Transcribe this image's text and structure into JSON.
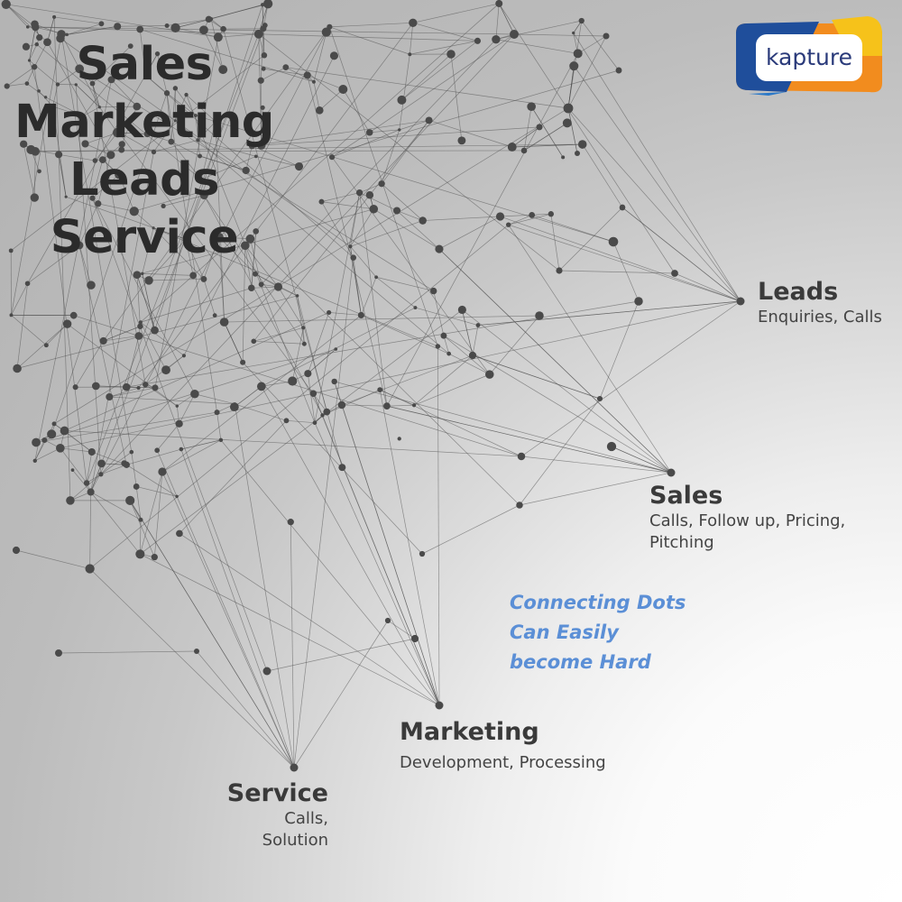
{
  "title_lines": [
    "Sales",
    "Marketing",
    "Leads",
    "Service"
  ],
  "logo": {
    "text": "kapture"
  },
  "nodes": [
    {
      "id": "leads",
      "title": "Leads",
      "subtitle": "Enquiries, Calls"
    },
    {
      "id": "sales",
      "title": "Sales",
      "subtitle_lines": [
        "Calls, Follow up, Pricing,",
        "Pitching"
      ]
    },
    {
      "id": "marketing",
      "title": "Marketing",
      "subtitle": "Development, Processing"
    },
    {
      "id": "service",
      "title": "Service",
      "subtitle": "Calls, Solution"
    }
  ],
  "callout_lines": [
    "Connecting Dots",
    "Can Easily",
    "become Hard"
  ],
  "colors": {
    "network_line": "#4d4d4d",
    "network_dot": "#4a4a4a",
    "callout_text": "#5b8fd6",
    "logo_blue": "#1f4e9b",
    "logo_orange": "#f28c1e",
    "logo_yellow": "#f6c21a"
  }
}
